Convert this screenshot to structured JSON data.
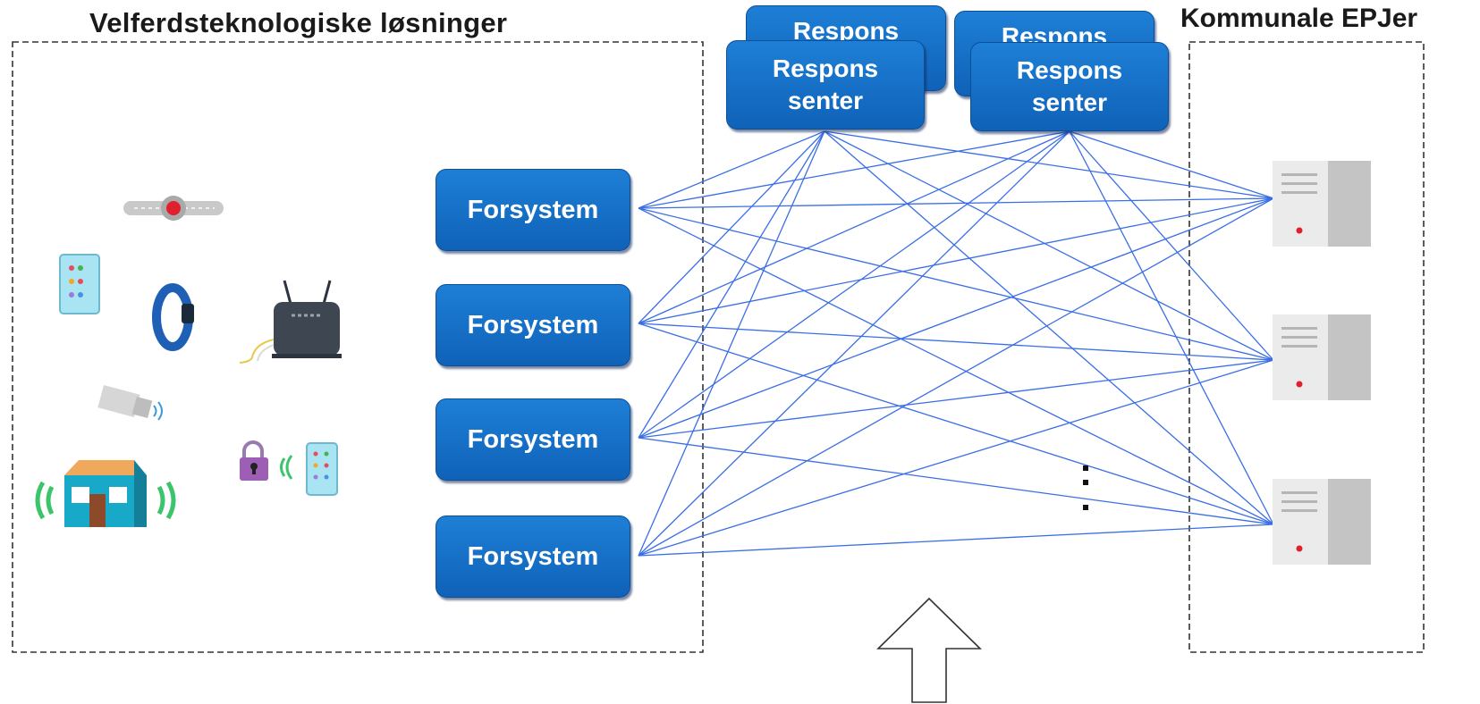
{
  "left_panel": {
    "title": "Velferdsteknologiske løsninger"
  },
  "right_panel": {
    "title": "Kommunale EPJer"
  },
  "forsystems": [
    "Forsystem",
    "Forsystem",
    "Forsystem",
    "Forsystem"
  ],
  "response_centers": [
    "Respons\nsenter",
    "Respons\nsenter"
  ],
  "back_response_centers": [
    "Respons",
    "Respons"
  ],
  "colors": {
    "box_fill": "#1570c9",
    "line": "#3b6fe0",
    "border_dash": "#444444"
  },
  "devices": [
    "alarm-button-icon",
    "tablet-icon",
    "wristband-icon",
    "router-icon",
    "motion-sensor-icon",
    "smart-home-icon",
    "smart-lock-icon",
    "tablet-icon"
  ],
  "epj_servers": [
    "server-icon",
    "server-icon",
    "server-icon"
  ]
}
